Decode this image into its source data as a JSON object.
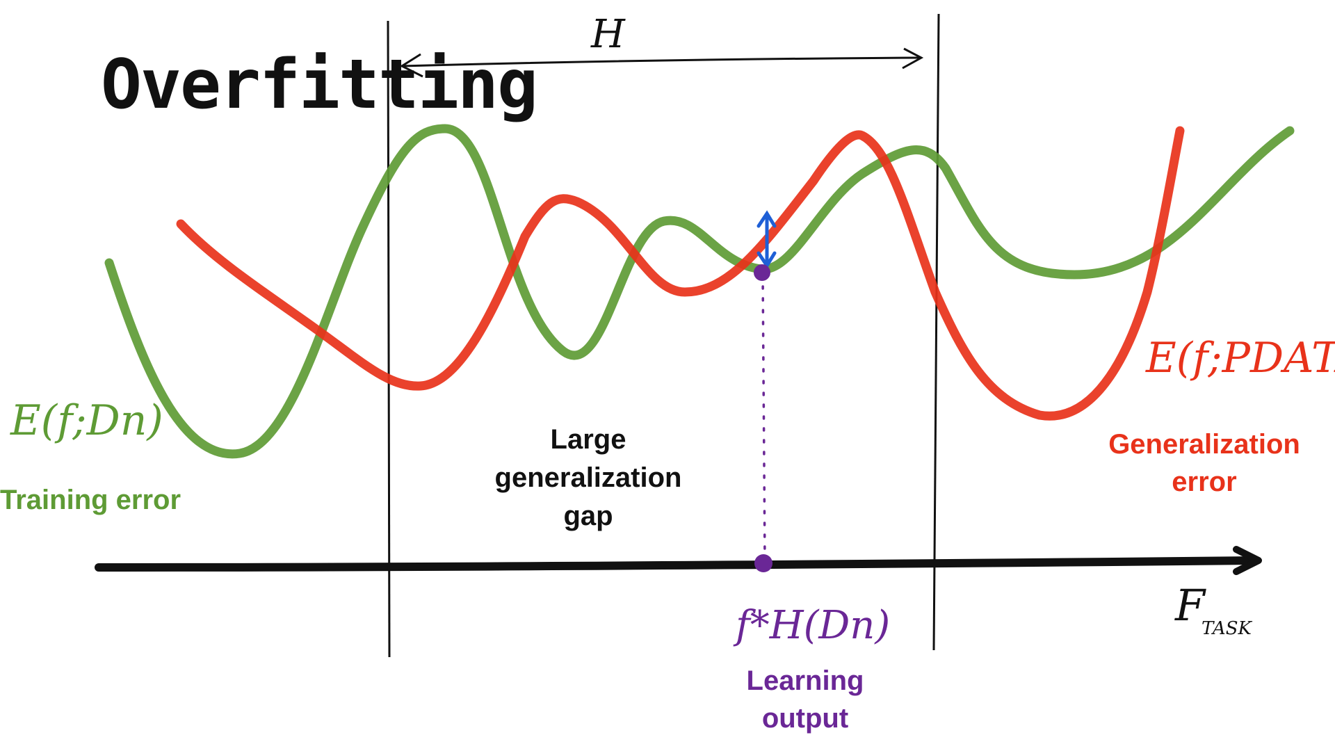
{
  "title": "Overfitting",
  "hypothesis_label": "H",
  "axis_label": "F",
  "axis_subscript": "TASK",
  "training_formula": "E(f;Dn)",
  "generalization_formula": "E(f;PDATA)",
  "training_label": "Training error",
  "generalization_label_line1": "Generalization",
  "generalization_label_line2": "error",
  "gap_label_line1": "Large",
  "gap_label_line2": "generalization",
  "gap_label_line3": "gap",
  "output_formula": "f*H(Dn)",
  "output_label_line1": "Learning",
  "output_label_line2": "output",
  "colors": {
    "training": "#5e9b35",
    "generalization": "#e8321a",
    "output": "#6a2796",
    "gap_arrow": "#1e5fd6",
    "ink": "#111111"
  }
}
